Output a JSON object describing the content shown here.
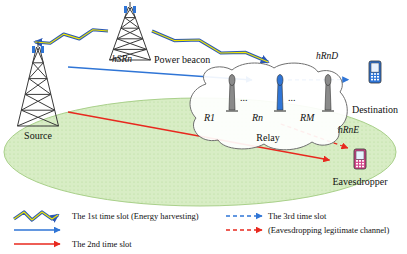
{
  "diagram": {
    "nodes": [
      {
        "text": [
          "Power beacon"
        ]
      },
      {
        "text": [
          "Source"
        ]
      },
      {
        "text": [
          "Relay"
        ]
      },
      {
        "text": [
          "R1"
        ],
        "in": 2
      },
      {
        "text": [
          "Rn"
        ],
        "in": 2
      },
      {
        "text": [
          "RM"
        ],
        "in": 2
      },
      {
        "text": [
          "Destination"
        ]
      },
      {
        "text": [
          "Eavesdropper"
        ]
      }
    ],
    "edges": [
      {
        "from": 0,
        "to": 1,
        "arrow": "to"
      },
      {
        "from": 0,
        "to": 2,
        "arrow": "to"
      },
      {
        "from": 1,
        "to": 4,
        "label": "hSRn",
        "arrow": "to"
      },
      {
        "from": 1,
        "to": 7,
        "arrow": "to"
      },
      {
        "from": 4,
        "to": 6,
        "label": "hRnD",
        "arrow": "to"
      },
      {
        "from": 4,
        "to": 7,
        "label": "hRnE",
        "arrow": "to"
      }
    ],
    "labels": [
      "...",
      "..."
    ],
    "legend": [
      {
        "text": "The 1st time slot (Energy harvesting)"
      },
      {
        "text": "The 3rd time slot"
      },
      {
        "text": "(Eavesdropping legitimate channel)"
      },
      {
        "text": "The 2nd time slot"
      }
    ]
  }
}
